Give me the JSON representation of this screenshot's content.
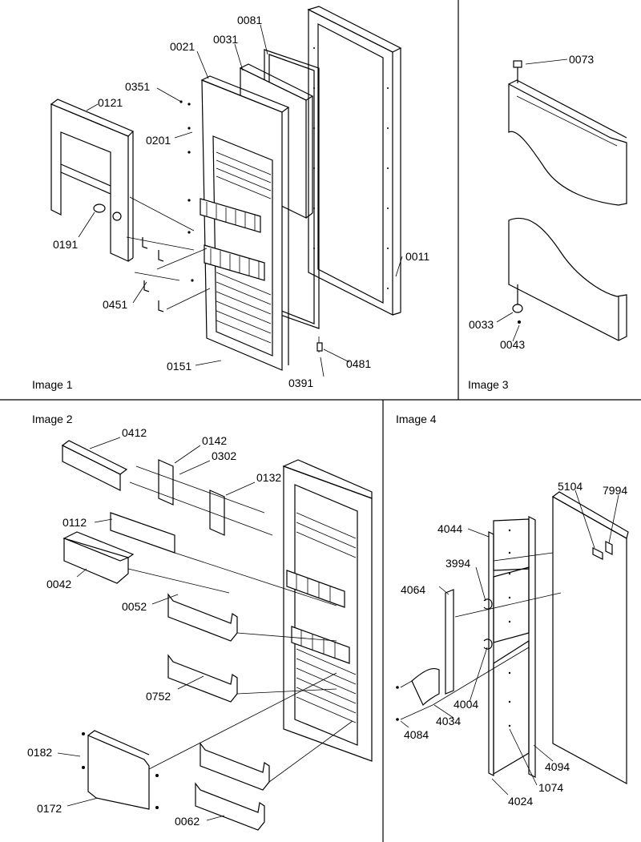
{
  "panels": {
    "image1": "Image 1",
    "image2": "Image 2",
    "image3": "Image 3",
    "image4": "Image 4"
  },
  "parts": {
    "p0081": "0081",
    "p0031": "0031",
    "p0021": "0021",
    "p0351": "0351",
    "p0121": "0121",
    "p0201": "0201",
    "p0191": "0191",
    "p0011": "0011",
    "p0451": "0451",
    "p0151": "0151",
    "p0391": "0391",
    "p0481": "0481",
    "p0073": "0073",
    "p0033": "0033",
    "p0043": "0043",
    "p0412": "0412",
    "p0142": "0142",
    "p0302": "0302",
    "p0132": "0132",
    "p0112": "0112",
    "p0042": "0042",
    "p0052": "0052",
    "p0752": "0752",
    "p0182": "0182",
    "p0172": "0172",
    "p0062": "0062",
    "p5104": "5104",
    "p7994": "7994",
    "p4044": "4044",
    "p3994": "3994",
    "p4064": "4064",
    "p4004": "4004",
    "p4034": "4034",
    "p4084": "4084",
    "p4094": "4094",
    "p1074": "1074",
    "p4024": "4024"
  }
}
